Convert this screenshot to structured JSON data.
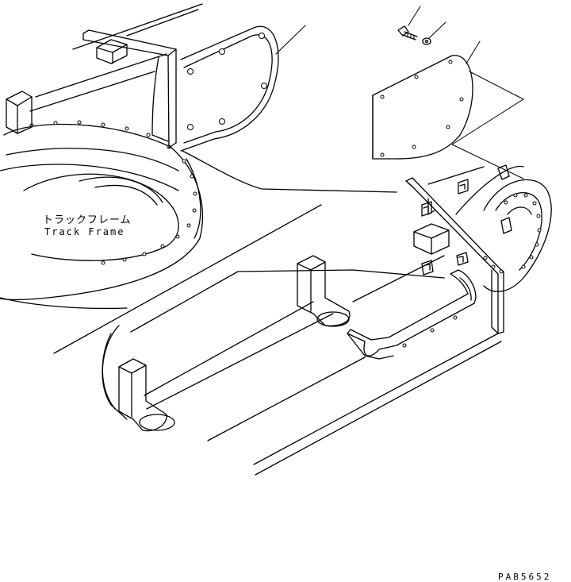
{
  "labels": {
    "track_frame_jp": "トラックフレーム",
    "track_frame_en": "Track Frame"
  },
  "drawing_code": "PAB5652"
}
